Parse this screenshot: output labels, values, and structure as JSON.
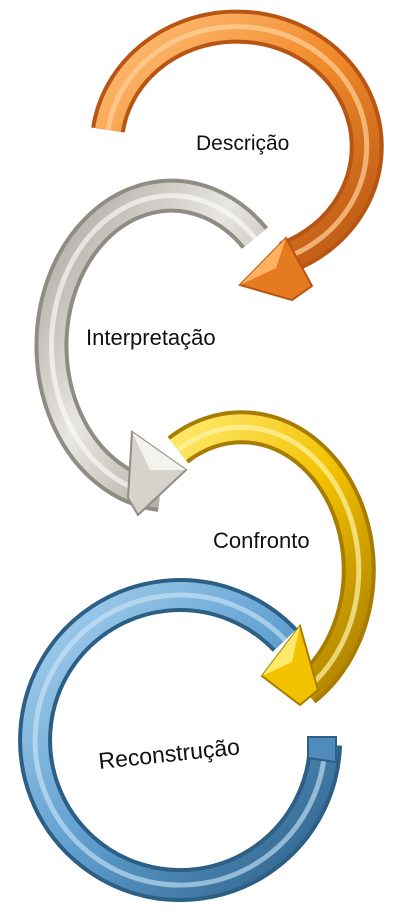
{
  "stages": [
    {
      "label": "Descrição",
      "color": "#f08a2a",
      "dark": "#b85512",
      "light": "#ffc07a"
    },
    {
      "label": "Interpretação",
      "color": "#c8c5bd",
      "dark": "#8f8c84",
      "light": "#f4f2ec"
    },
    {
      "label": "Confronto",
      "color": "#f2c200",
      "dark": "#b88a00",
      "light": "#ffe86a"
    },
    {
      "label": "Reconstrução",
      "color": "#5f9fcf",
      "dark": "#2c5f86",
      "light": "#a9d2ef"
    }
  ]
}
